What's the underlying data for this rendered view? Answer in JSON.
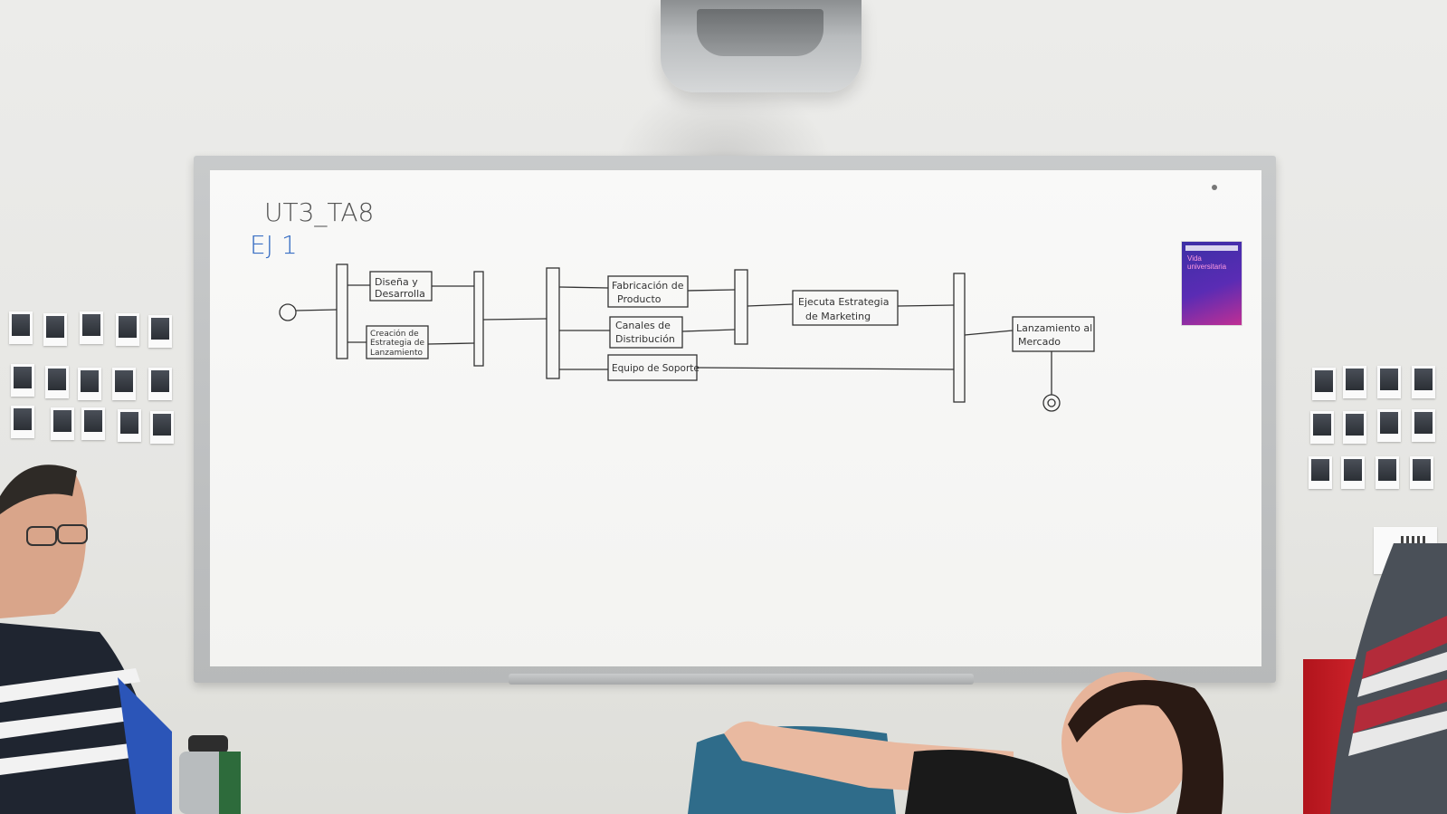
{
  "whiteboard": {
    "title": "UT3_TA8",
    "subtitle": "EJ 1",
    "diagram": {
      "nodes": {
        "disena": [
          "Diseña y",
          "Desarrolla"
        ],
        "creacion": [
          "Creación de",
          "Estrategia de",
          "Lanzamiento"
        ],
        "fabricacion": [
          "Fabricación de",
          "Producto"
        ],
        "canales": [
          "Canales de",
          "Distribución"
        ],
        "equipo": [
          "Equipo de Soporte"
        ],
        "ejecuta": [
          "Ejecuta Estrategia",
          "de Marketing"
        ],
        "lanzamiento": [
          "Lanzamiento al",
          "Mercado"
        ]
      }
    }
  },
  "poster": {
    "title": "Vida universitaria"
  },
  "colors": {
    "wall": "#e8e8e5",
    "board": "#f7f7f5",
    "frame": "#bfc1c2",
    "marker_black": "#333333",
    "marker_blue": "#3a6fc4",
    "poster": "#4a2fb0"
  }
}
